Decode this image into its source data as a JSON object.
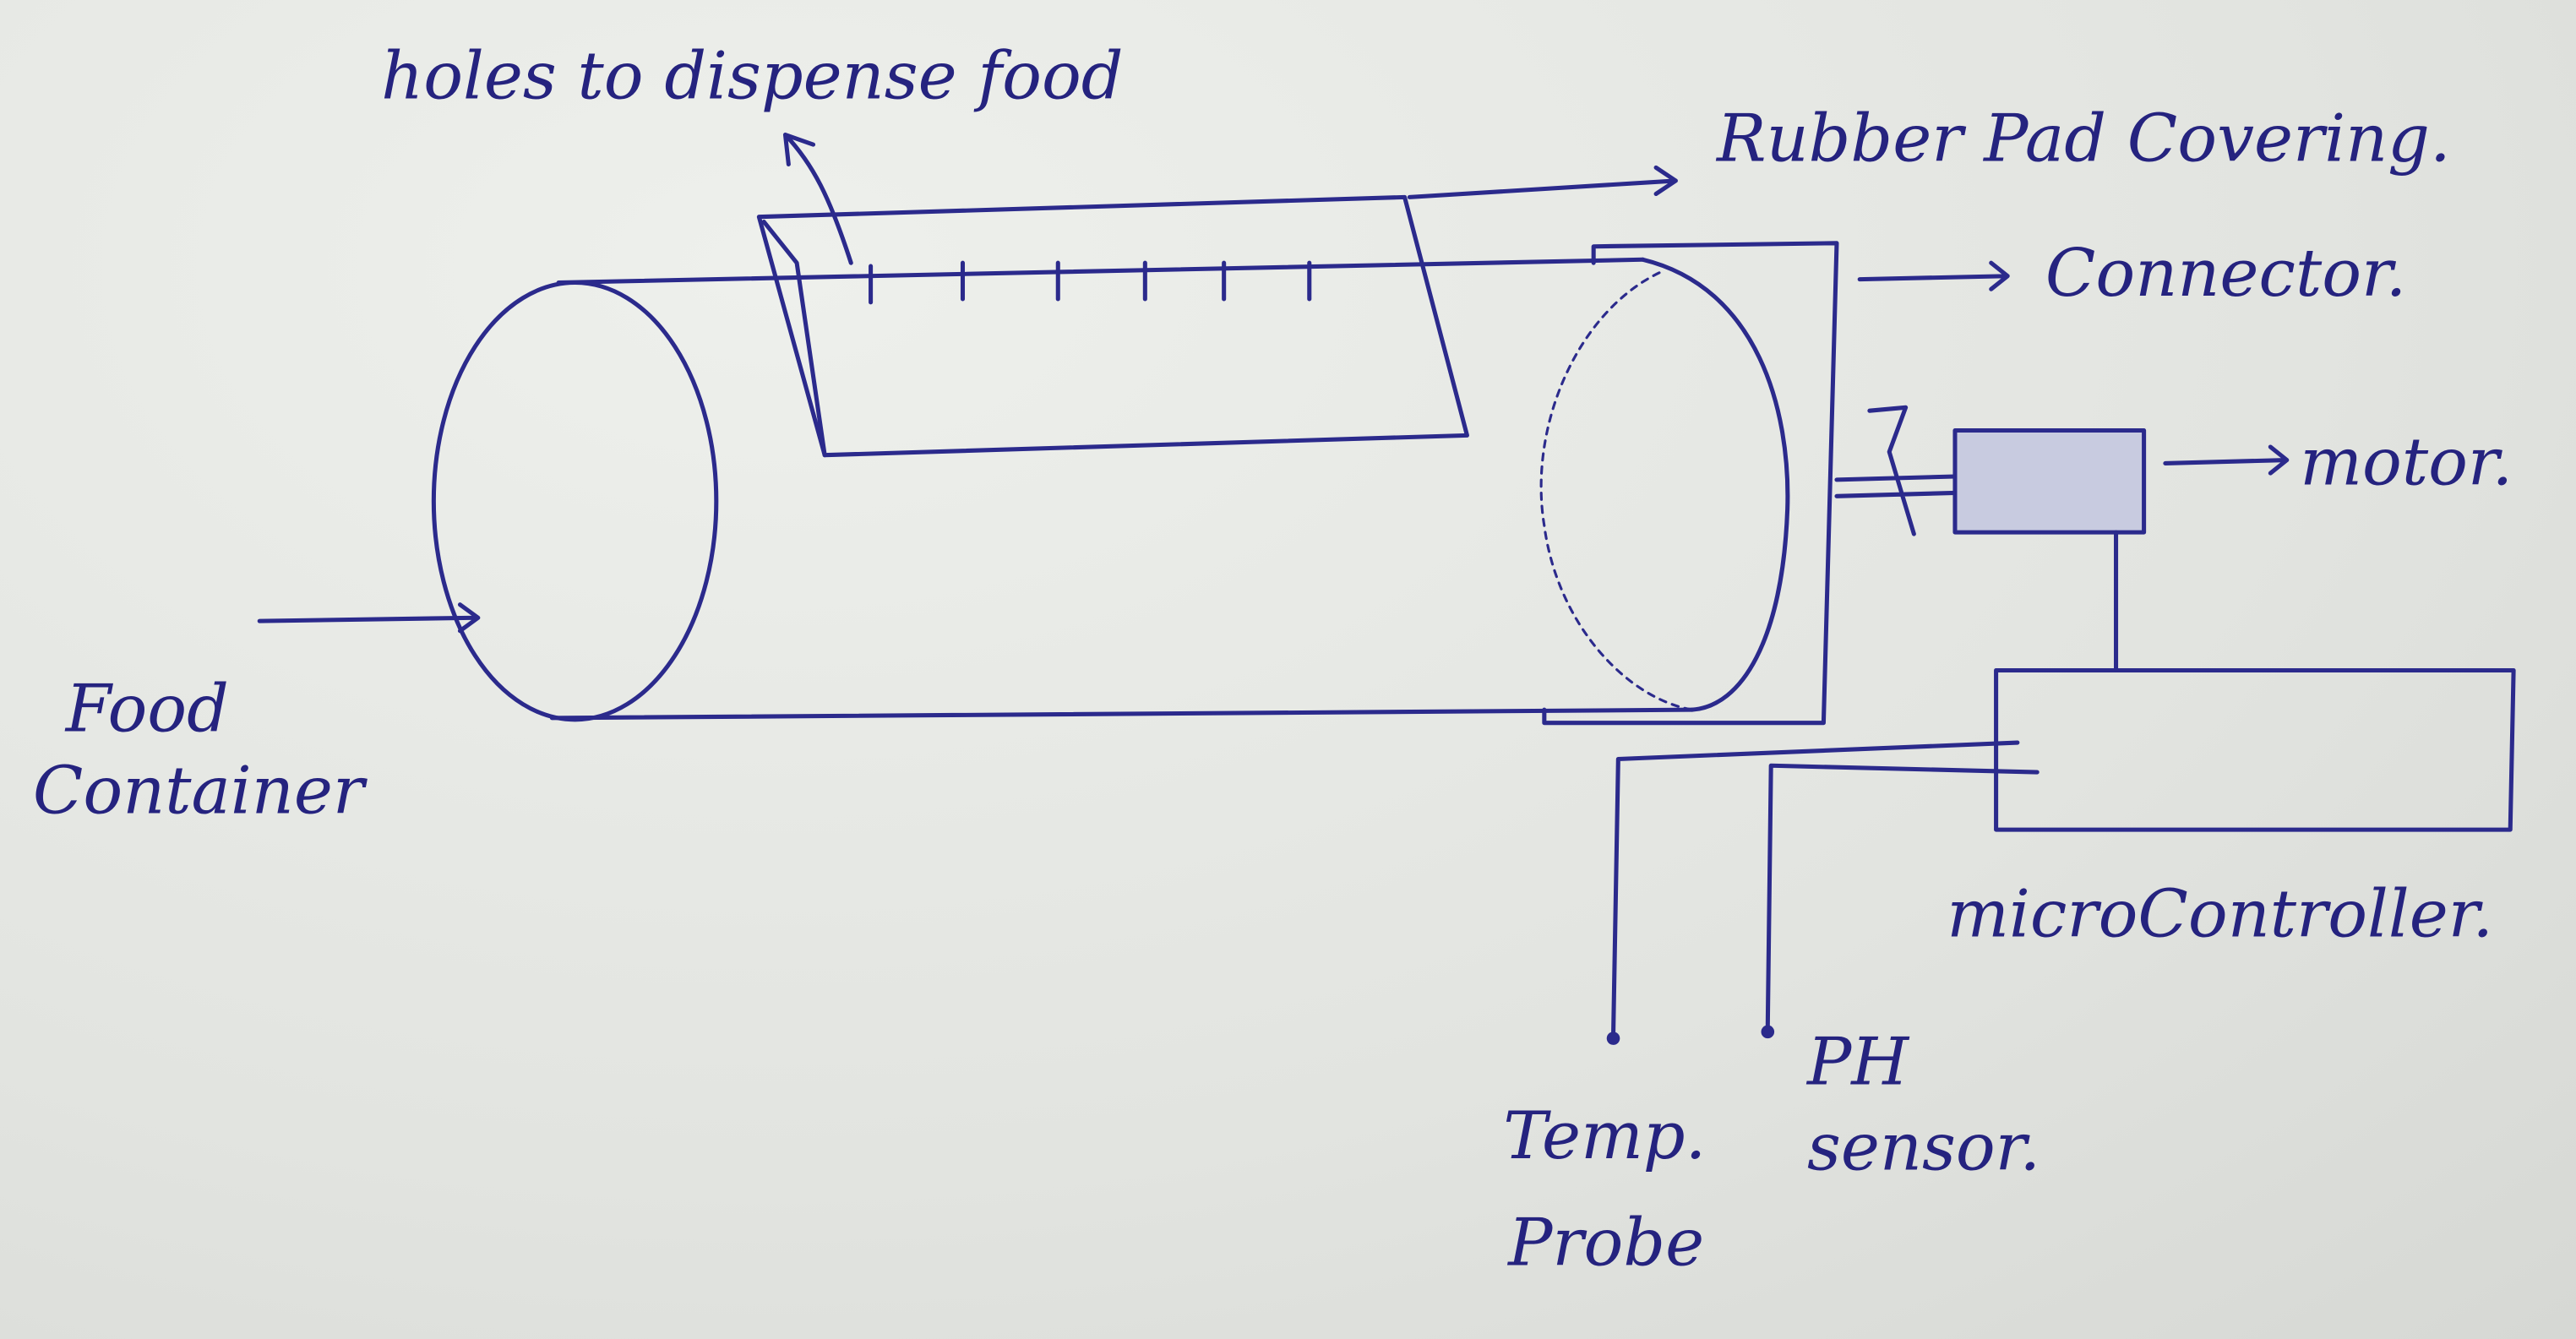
{
  "diagram": {
    "labels": {
      "holes": "holes to dispense food",
      "rubber_pad": "Rubber Pad Covering.",
      "connector": "Connector.",
      "motor": "motor.",
      "food_container_line1": "Food",
      "food_container_line2": "Container",
      "microcontroller": "microController.",
      "temp_probe_line1": "Temp.",
      "temp_probe_line2": "Probe",
      "ph_sensor_line1": "PH",
      "ph_sensor_line2": "sensor."
    },
    "ink_color": "#2b2a8c",
    "paper_color": "#e4e6e2"
  }
}
